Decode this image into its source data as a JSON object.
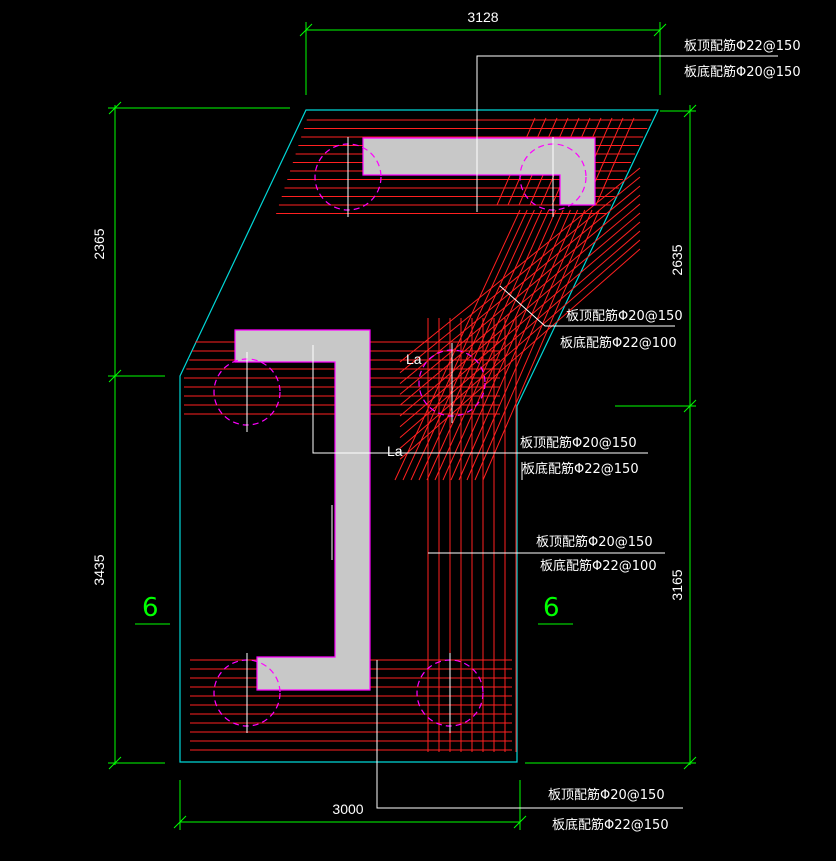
{
  "colors": {
    "background": "#000000",
    "outline": "#00d7d7",
    "rebar": "#ff2020",
    "pile": "#ff00ff",
    "dimension": "#00ff00",
    "text": "#ffffff",
    "core": "#c8c8c8"
  },
  "dimensions": {
    "top_width": "3128",
    "bottom_width": "3000",
    "left_upper": "2365",
    "left_lower": "3435",
    "right_upper": "2635",
    "right_lower": "3165"
  },
  "axis_labels": {
    "left": "6",
    "right": "6"
  },
  "anchor_labels": {
    "la_upper": "La",
    "la_lower": "La"
  },
  "notes": [
    {
      "top": "板顶配筋Φ22@150",
      "bottom": "板底配筋Φ20@150"
    },
    {
      "top": "板顶配筋Φ20@150",
      "bottom": "板底配筋Φ22@100"
    },
    {
      "top": "板顶配筋Φ20@150",
      "bottom": "板底配筋Φ22@150"
    },
    {
      "top": "板顶配筋Φ20@150",
      "bottom": "板底配筋Φ22@100"
    },
    {
      "top": "板顶配筋Φ20@150",
      "bottom": "板底配筋Φ22@150"
    }
  ]
}
